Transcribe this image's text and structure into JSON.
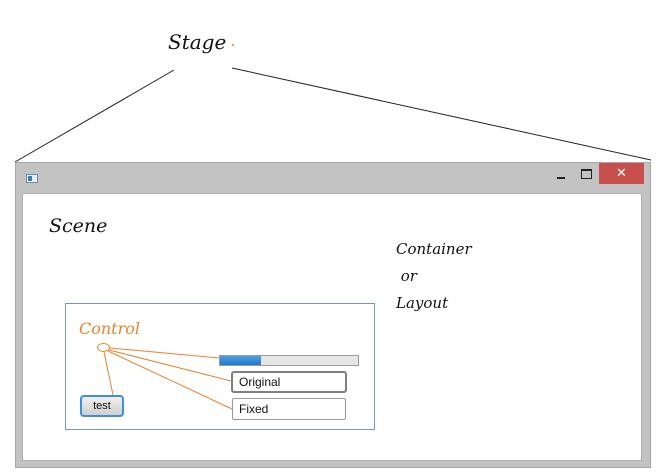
{
  "annotations": {
    "stage": "Stage",
    "scene": "Scene",
    "container_lines": [
      "Container",
      " or",
      "Layout"
    ],
    "control": "Control"
  },
  "window": {
    "title": "",
    "icons": {
      "app": "app-window-icon",
      "minimize": "minimize-icon",
      "maximize": "maximize-icon",
      "close": "close-icon"
    },
    "close_glyph": "✕",
    "close_color": "#c7504f"
  },
  "controls": {
    "progress": 0.3,
    "original_field_value": "Original",
    "fixed_field_value": "Fixed",
    "test_button_label": "test"
  },
  "colors": {
    "control_annotation": "#e8832e",
    "progress_fill": "#1f78c8",
    "button_focus_border": "#3c8fd8"
  }
}
